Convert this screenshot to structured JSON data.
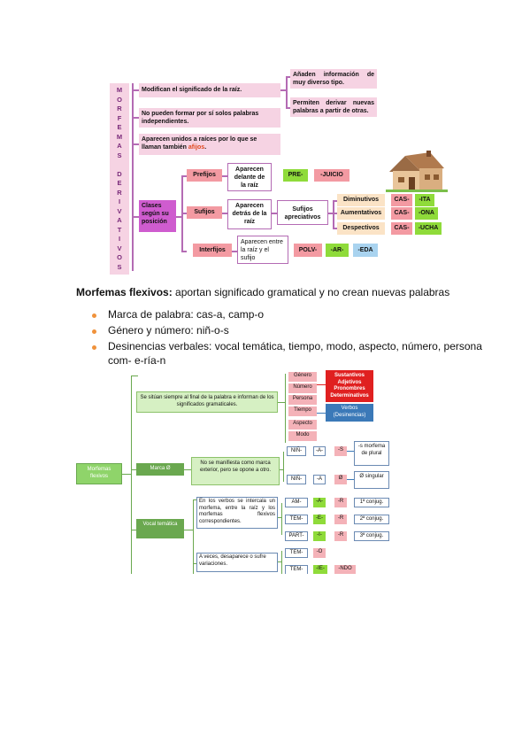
{
  "diagram1": {
    "vertical_label": "MORFEMAS DERIVATIVOS",
    "vertical_letters": [
      "M",
      "O",
      "R",
      "F",
      "E",
      "M",
      "A",
      "S",
      "",
      "D",
      "E",
      "R",
      "I",
      "V",
      "A",
      "T",
      "I",
      "V",
      "O",
      "S"
    ],
    "modify_root": "Modifican el significado de la raíz.",
    "add_info": "Añaden información de muy diverso tipo.",
    "derive_words": "Permiten derivar nuevas palabras a partir de otras.",
    "not_alone": "No pueden formar por sí solos palabras independientes.",
    "attached_pre": "Aparecen unidos a raíces por lo que se llaman también ",
    "attached_word": "afijos",
    "attached_post": ".",
    "classes": "Clases según su posición",
    "prefijos": "Prefijos",
    "prefijos_desc": "Aparecen delante de la raíz",
    "pre_example": "PRE-",
    "juicio": "-JUICIO",
    "sufijos": "Sufijos",
    "sufijos_desc": "Aparecen detrás de la raíz",
    "apreciativos": "Sufijos apreciativos",
    "diminutivos": "Diminutivos",
    "aumentativos": "Aumentativos",
    "despectivos": "Despectivos",
    "cas1": "CAS-",
    "ita": "-ITA",
    "cas2": "CAS-",
    "ona": "-ONA",
    "cas3": "CAS-",
    "ucha": "-UCHA",
    "interfijos": "Interfijos",
    "interfijos_desc": "Aparecen entre la raíz y el sufijo",
    "polv": "POLV-",
    "ar": "-AR-",
    "eda": "-EDA",
    "house_icon": "house-icon"
  },
  "text": {
    "heading_bold": "Morfemas flexivos:",
    "heading_rest": " aportan significado gramatical y no crean nuevas palabras",
    "bullets": [
      "Marca de palabra: cas-a, camp-o",
      "Género y número: niñ-o-s",
      "Desinencias verbales: vocal temática, tiempo, modo, aspecto, número, persona"
    ],
    "bullet3_cont": "com- e-ría-n",
    "bullet_color": "#f0923b"
  },
  "diagram2": {
    "root": "Morfemas flexivos",
    "situan": "Se sitúan siempre al final de la palabra e informan de los significados gramaticales.",
    "genero": "Género",
    "numero": "Número",
    "persona": "Persona",
    "tiempo": "Tiempo",
    "aspecto": "Aspecto",
    "modo": "Modo",
    "sustantivos": "Sustantivos Adjetivos Pronombres Determinativos",
    "verbos": "Verbos (Desinencias)",
    "marca": "Marca Ø",
    "no_manifiesta": "No se manifiesta como marca exterior, pero se opone a otro.",
    "nin1": "NIÑ-",
    "a1": "-A-",
    "s1": "-S",
    "s_desc": "-s morfema de plural",
    "nin2": "NIÑ-",
    "a2": "-A",
    "o2": "Ø",
    "o_desc": "Ø singular",
    "vocal": "Vocal temática",
    "intercala": "En los verbos se intercala un morfema, entre la raíz y los morfemas flexivos correspondientes.",
    "am": "AM-",
    "am_v": "-A-",
    "am_r": "-R",
    "c1": "1ª conjug.",
    "tem": "TEM-",
    "tem_v": "-E-",
    "tem_r": "-R",
    "c2": "2ª conjug.",
    "part": "PART-",
    "part_v": "-I-",
    "part_r": "-R",
    "c3": "3ª conjug.",
    "desaparece": "A veces, desaparece o sufre variaciones.",
    "tem2": "TEM-",
    "tem2_o": "-O",
    "tem3": "TEM-",
    "tem3_ie": "-IE-",
    "tem3_ndo": "-NDO"
  }
}
